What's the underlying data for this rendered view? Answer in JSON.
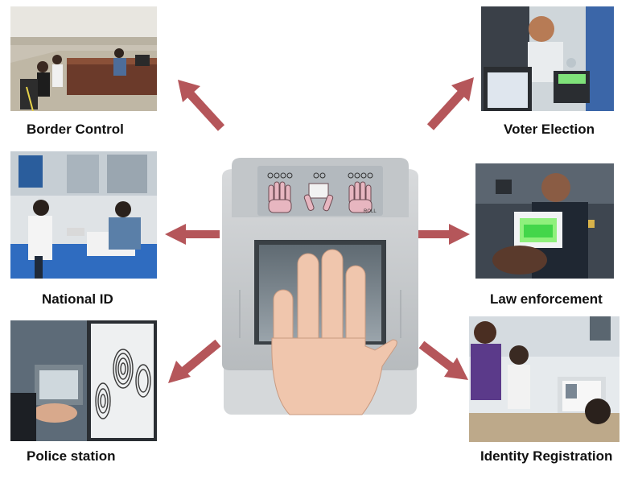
{
  "captions": {
    "border_control": "Border Control",
    "voter_election": "Voter Election",
    "national_id": "National ID",
    "law_enforcement": "Law enforcement",
    "police_station": "Police station",
    "identity_registration": "Identity Registration"
  },
  "scanner": {
    "roll_label": "ROLL"
  },
  "colors": {
    "arrow": "#b5565a",
    "scanner_body": "#c9ccce",
    "scanner_dark": "#8e9397"
  },
  "icons": [
    "arrow-icon",
    "hand-icon",
    "fingerprint-icon"
  ]
}
